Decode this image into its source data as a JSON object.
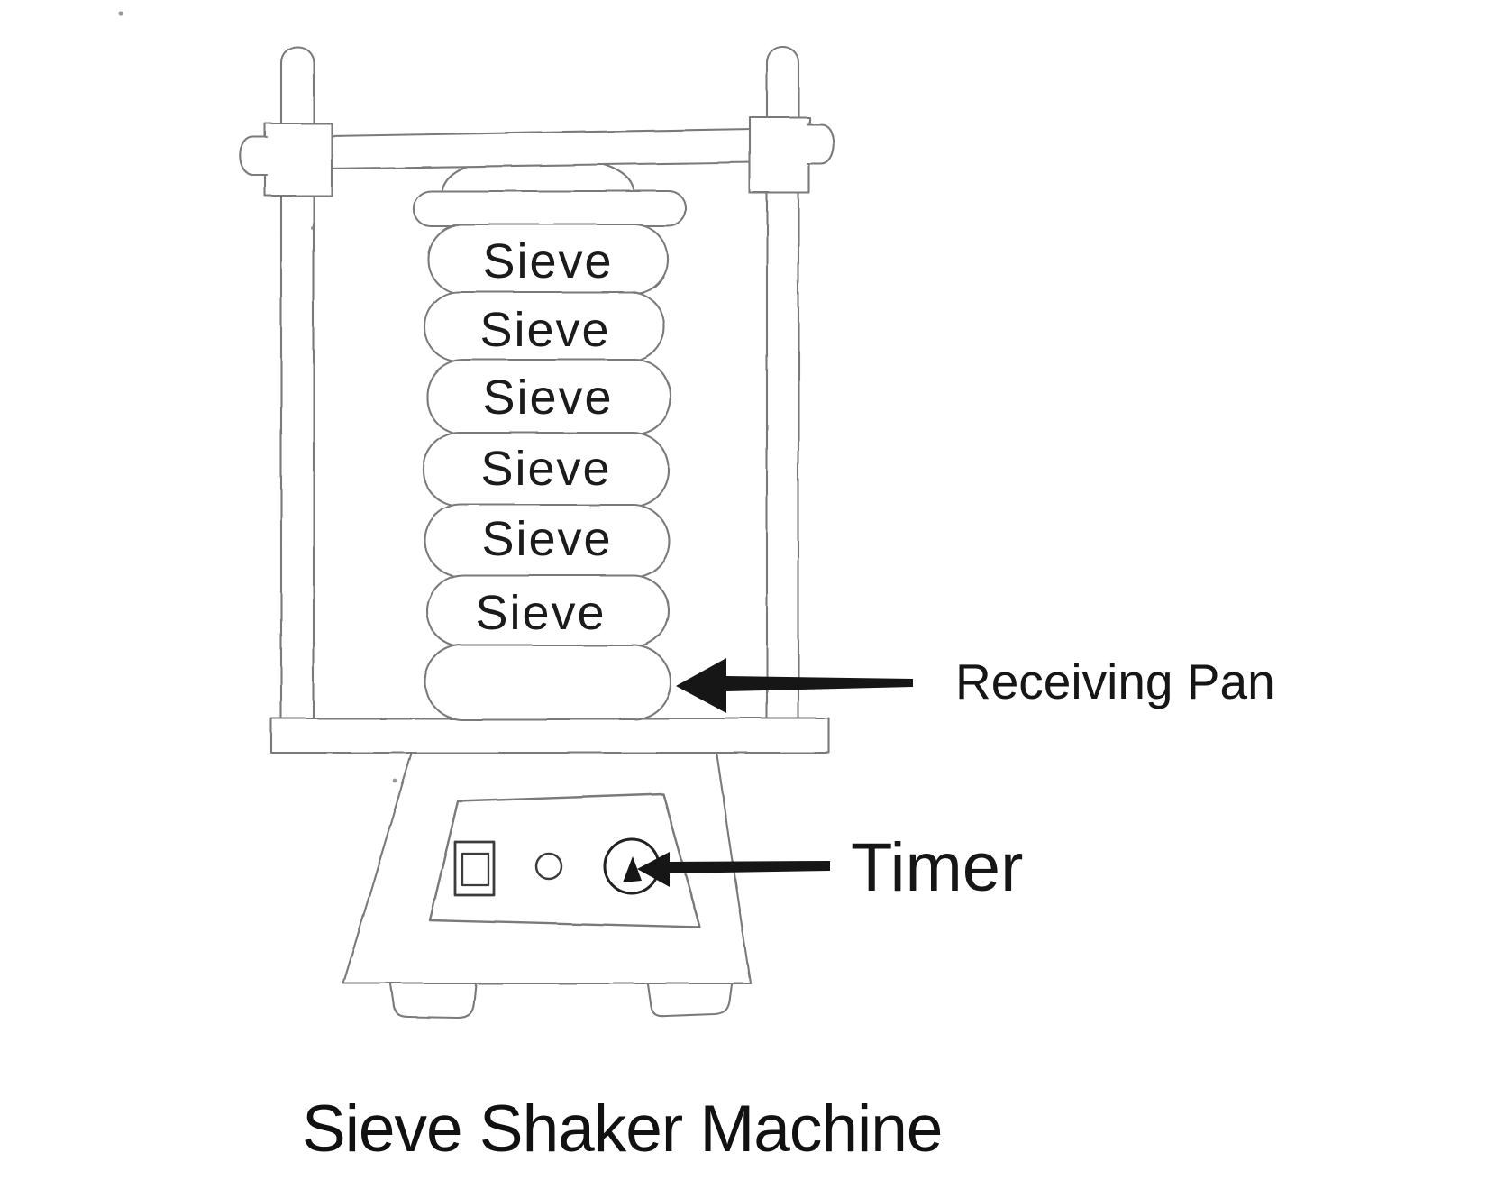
{
  "diagram": {
    "title": "Sieve Shaker Machine",
    "sieves": [
      "Sieve",
      "Sieve",
      "Sieve",
      "Sieve",
      "Sieve",
      "Sieve"
    ],
    "labels": {
      "receiving_pan": "Receiving Pan",
      "timer": "Timer"
    },
    "colors": {
      "pencil_stroke": "#7a7a7a",
      "panel_stroke": "#3c3c3c",
      "ink": "#161616",
      "background": "#ffffff"
    }
  }
}
